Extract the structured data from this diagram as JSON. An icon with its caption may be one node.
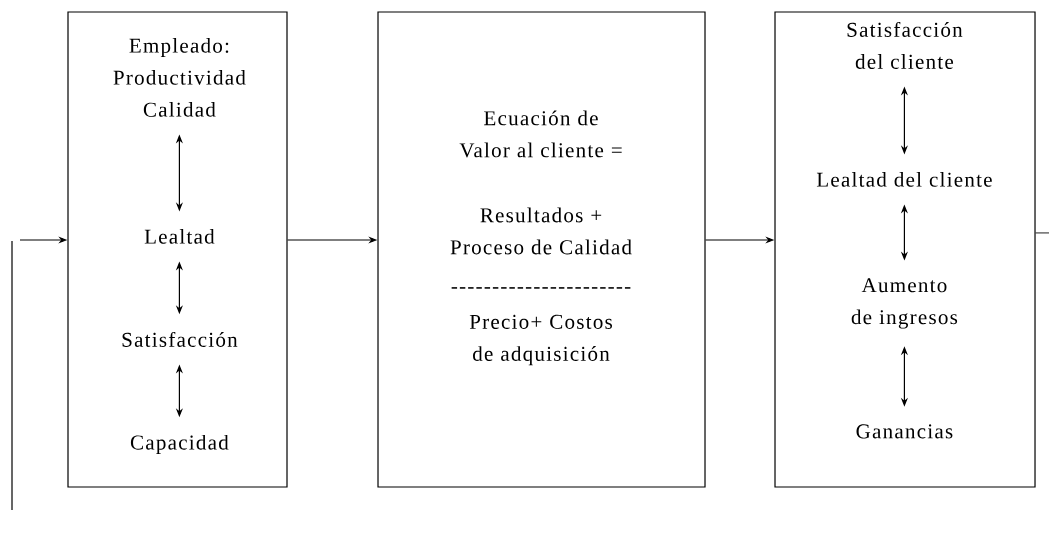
{
  "diagram": {
    "nodes": [
      {
        "text": [],
        "shape": "box"
      },
      {
        "text": [
          "Empleado: Productividad Calidad"
        ],
        "in": 0
      },
      {
        "text": [
          "Lealtad"
        ],
        "in": 0
      },
      {
        "text": [
          "Satisfacción"
        ],
        "in": 0
      },
      {
        "text": [
          "Capacidad"
        ],
        "in": 0
      },
      {
        "text": [
          "Ecuación de Valor al cliente =",
          "Resultados + Proceso de Calidad",
          "----------------------",
          "Precio+ Costos de adquisición"
        ]
      },
      {
        "text": [],
        "shape": "box"
      },
      {
        "text": [
          "Satisfacción del cliente"
        ],
        "in": 6
      },
      {
        "text": [
          "Lealtad del cliente"
        ],
        "in": 6
      },
      {
        "text": [
          "Aumento de ingresos"
        ],
        "in": 6
      },
      {
        "text": [
          "Ganancias"
        ],
        "in": 6
      }
    ],
    "edges": [
      {
        "from": null,
        "to": 0,
        "arrow": "to"
      },
      {
        "from": 1,
        "to": 2,
        "arrow": "both"
      },
      {
        "from": 2,
        "to": 3,
        "arrow": "both"
      },
      {
        "from": 3,
        "to": 4,
        "arrow": "both"
      },
      {
        "from": 0,
        "to": 5,
        "arrow": "to"
      },
      {
        "from": 5,
        "to": 6,
        "arrow": "to"
      },
      {
        "from": 7,
        "to": 8,
        "arrow": "both"
      },
      {
        "from": 8,
        "to": 9,
        "arrow": "both"
      },
      {
        "from": 9,
        "to": 10,
        "arrow": "both"
      },
      {
        "from": 6,
        "to": null,
        "arrow": "none"
      }
    ]
  }
}
